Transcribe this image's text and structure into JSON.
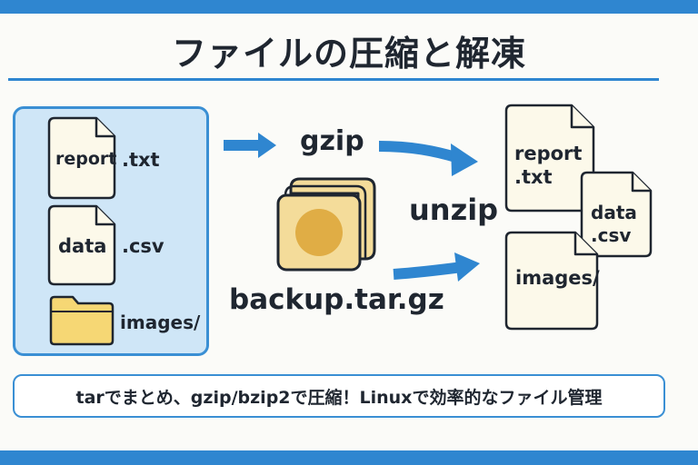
{
  "title": "ファイルの圧縮と解凍",
  "source": {
    "files": [
      {
        "name": "report",
        "ext": ".txt",
        "type": "document"
      },
      {
        "name": "data",
        "ext": ".csv",
        "type": "document"
      },
      {
        "name": "images/",
        "type": "folder"
      }
    ]
  },
  "process": {
    "compress_label": "gzip",
    "extract_label": "unzip",
    "archive_name": "backup.tar.gz"
  },
  "output": {
    "files": [
      {
        "label": "report\n.txt"
      },
      {
        "label": "data\n.csv"
      },
      {
        "label": "images/"
      }
    ]
  },
  "caption": "tarでまとめ、gzip/bzip2で圧縮！Linuxで効率的なファイル管理",
  "colors": {
    "accent": "#2f86d0",
    "panel": "#cfe6f7",
    "paper": "#fcf9ea",
    "folder": "#f6d774",
    "archive": "#f4dc9a",
    "archive_disc": "#e0ad45"
  }
}
